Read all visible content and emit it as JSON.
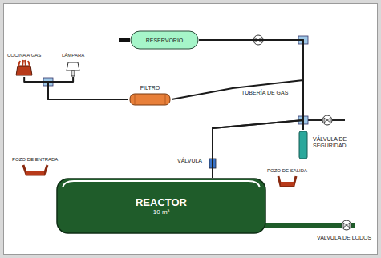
{
  "diagram": {
    "nodes": [
      {
        "text": [
          "RESERVORIO"
        ]
      },
      {
        "text": [
          "FILTRO"
        ]
      },
      {
        "text": [
          "REACTOR",
          "10 m³"
        ]
      },
      {
        "text": [
          "VÁLVULA DE SEGURIDAD"
        ]
      },
      {
        "text": [
          "COCINA A GAS"
        ]
      },
      {
        "text": [
          "LÁMPARA"
        ]
      },
      {
        "text": [
          "POZO DE ENTRADA"
        ]
      },
      {
        "text": [
          "POZO DE SALIDA"
        ]
      }
    ],
    "edges": [
      {
        "from": 0,
        "to": 1,
        "arrow": "none"
      },
      {
        "from": 0,
        "to": 2,
        "arrow": "none"
      },
      {
        "from": 3,
        "to": 2,
        "arrow": "none"
      },
      {
        "from": 1,
        "to": 4,
        "arrow": "none"
      },
      {
        "from": 1,
        "to": 5,
        "arrow": "none"
      }
    ],
    "labels": [
      "TUBERÍA DE GAS",
      "VÁLVULA",
      "VALVULA DE LODOS"
    ]
  }
}
